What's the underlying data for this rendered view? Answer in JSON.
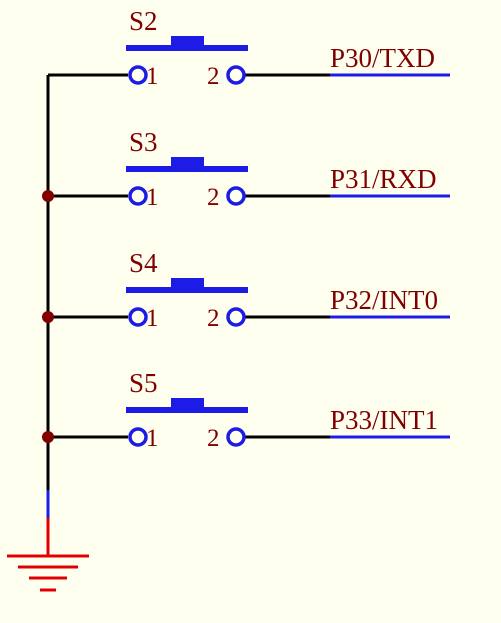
{
  "colors": {
    "background": "#FFFFF0",
    "wire": "#000000",
    "component": "#1C1CE6",
    "text": "#800000",
    "junction": "#800000",
    "ground": "#E00000"
  },
  "switches": [
    {
      "ref": "S2",
      "pin1": "1",
      "pin2": "2",
      "net": "P30/TXD"
    },
    {
      "ref": "S3",
      "pin1": "1",
      "pin2": "2",
      "net": "P31/RXD"
    },
    {
      "ref": "S4",
      "pin1": "1",
      "pin2": "2",
      "net": "P32/INT0"
    },
    {
      "ref": "S5",
      "pin1": "1",
      "pin2": "2",
      "net": "P33/INT1"
    }
  ],
  "ground": {
    "icon": "ground-symbol-icon"
  }
}
